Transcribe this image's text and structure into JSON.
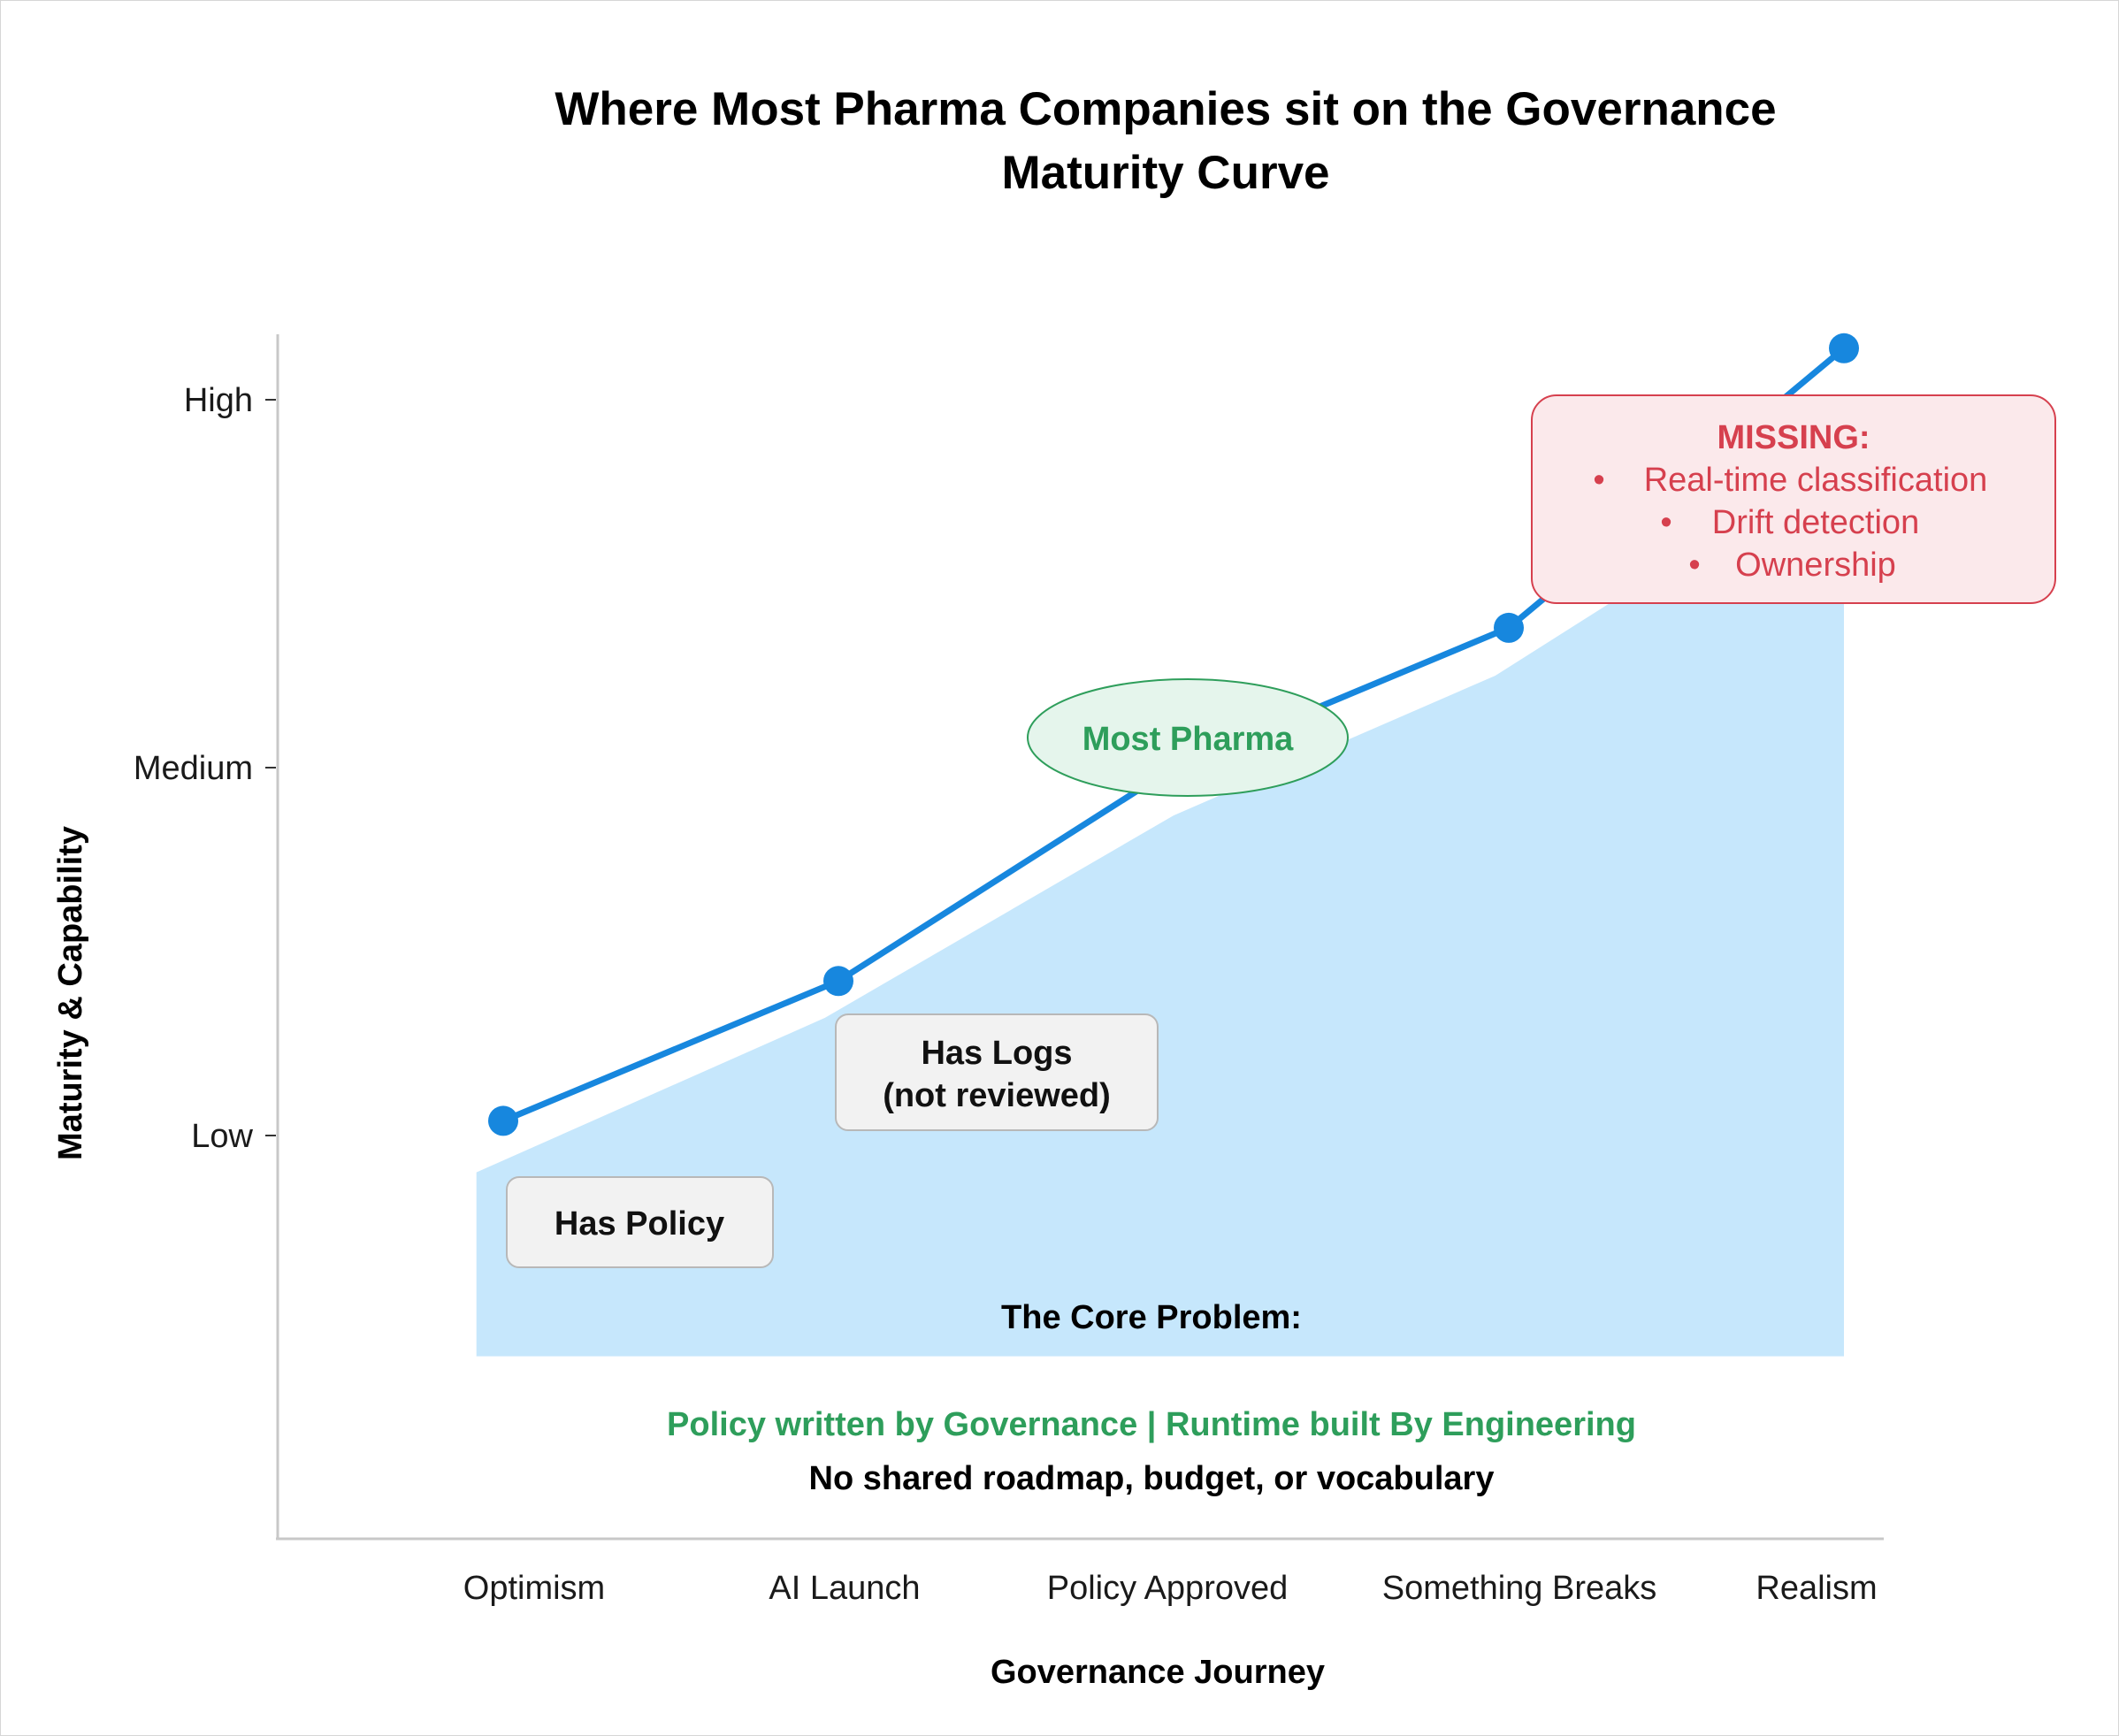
{
  "chart_data": {
    "type": "line",
    "title": [
      "Where Most Pharma Companies sit on the Governance",
      "Maturity Curve"
    ],
    "xlabel": "Governance Journey",
    "ylabel": "Maturity & Capability",
    "categories": [
      "Optimism",
      "AI Launch",
      "Policy Approved",
      "Something Breaks",
      "Realism"
    ],
    "y_ticks": [
      {
        "value": 1,
        "label": "Low"
      },
      {
        "value": 2,
        "label": "Medium"
      },
      {
        "value": 3,
        "label": "High"
      }
    ],
    "ylim": [
      -0.09,
      3.25
    ],
    "series": [
      {
        "color": "#1787de",
        "markers_at": [
          0,
          1,
          3,
          4
        ],
        "x": [
          0,
          1,
          2,
          3,
          4
        ],
        "values": [
          1.04,
          1.42,
          2.0,
          2.38,
          3.14
        ]
      }
    ],
    "area": {
      "color": "#c6e7fc",
      "x": [
        -0.08,
        0.96,
        2.0,
        2.96,
        4.0,
        4.0,
        -0.08
      ],
      "values": [
        0.9,
        1.32,
        1.87,
        2.25,
        2.85,
        0.4,
        0.4
      ]
    },
    "grid": false
  },
  "annotations": {
    "has_policy": "Has Policy",
    "has_logs": [
      "Has Logs",
      "(not reviewed)"
    ],
    "most_pharma": "Most Pharma",
    "missing": {
      "heading": "MISSING:",
      "bullet": "•",
      "items": [
        "Real-time classification",
        "Drift detection",
        "Ownership"
      ]
    },
    "core_problem": "The Core Problem:",
    "policy_line": "Policy written by Governance | Runtime built By Engineering",
    "no_shared_line": "No shared roadmap, budget, or vocabulary"
  },
  "colors": {
    "line": "#1787de",
    "area": "#c6e7fc",
    "missing_fill": "#fbe9eb",
    "missing_border": "#d6404e",
    "pharma_fill": "#e5f5ec",
    "pharma_border": "#2e9e5b",
    "box_fill": "#f2f2f2",
    "box_border": "#b8b8b8",
    "axis": "#c8c8c8"
  }
}
